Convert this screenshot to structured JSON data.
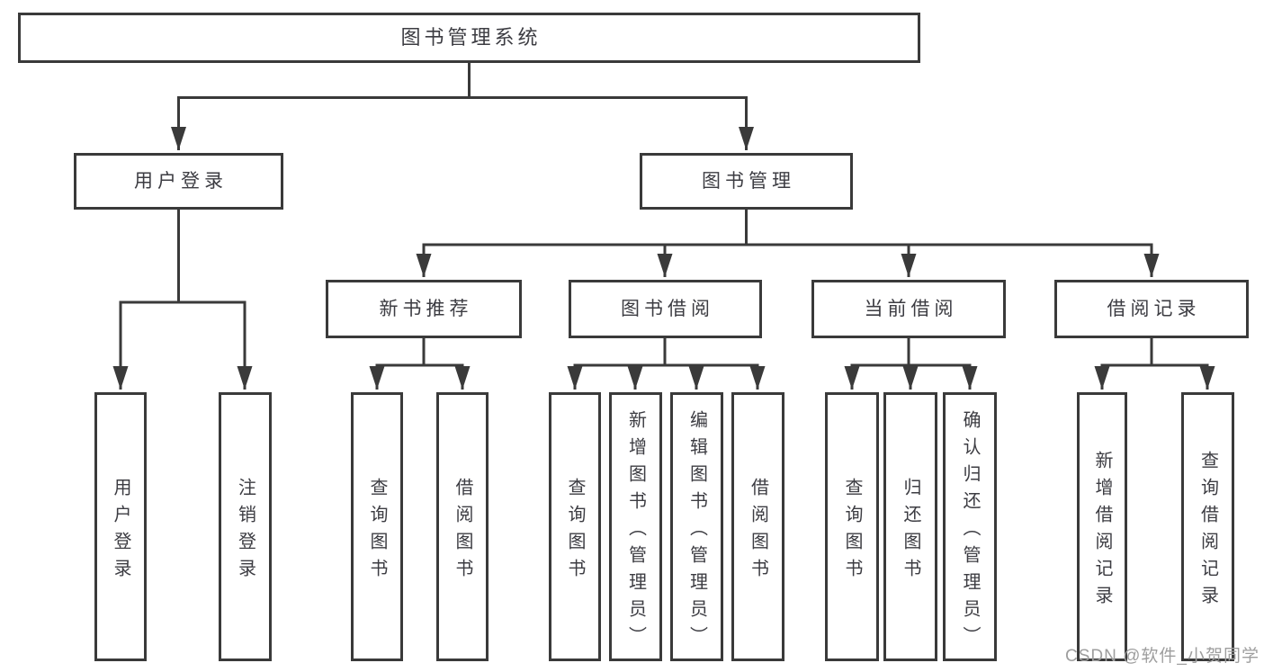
{
  "diagram_title": "图书管理系统",
  "watermark": "CSDN @软件_小贺同学",
  "colors": {
    "line": "#3a3a3a",
    "box_border": "#3a3a3a",
    "text": "#3c3c42",
    "watermark": "#9e9e9e",
    "background": "#ffffff"
  },
  "tree": {
    "label": "图书管理系统",
    "children": [
      {
        "label": "用户登录",
        "children": [
          {
            "label": "用户登录"
          },
          {
            "label": "注销登录"
          }
        ]
      },
      {
        "label": "图书管理",
        "children": [
          {
            "label": "新书推荐",
            "children": [
              {
                "label": "查询图书"
              },
              {
                "label": "借阅图书"
              }
            ]
          },
          {
            "label": "图书借阅",
            "children": [
              {
                "label": "查询图书"
              },
              {
                "label": "新增图书（管理员）"
              },
              {
                "label": "编辑图书（管理员）"
              },
              {
                "label": "借阅图书"
              }
            ]
          },
          {
            "label": "当前借阅",
            "children": [
              {
                "label": "查询图书"
              },
              {
                "label": "归还图书"
              },
              {
                "label": "确认归还（管理员）"
              }
            ]
          },
          {
            "label": "借阅记录",
            "children": [
              {
                "label": "新增借阅记录"
              },
              {
                "label": "查询借阅记录"
              }
            ]
          }
        ]
      }
    ]
  }
}
